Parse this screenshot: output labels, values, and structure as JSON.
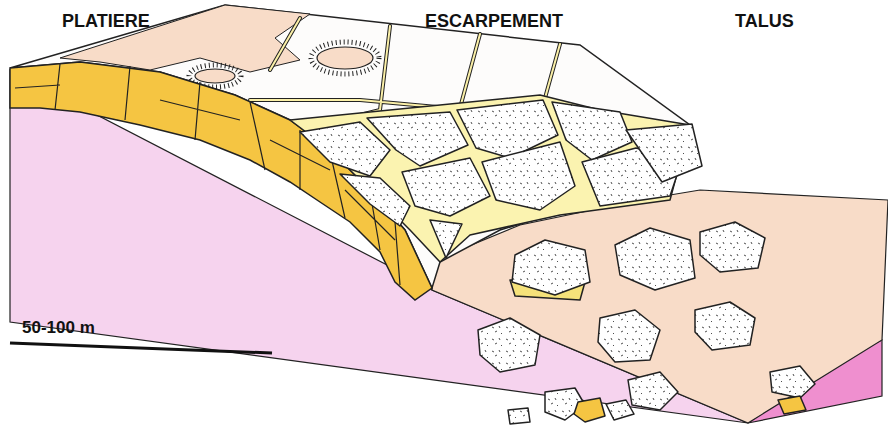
{
  "diagram": {
    "labels": [
      "PLATIERE",
      "ESCARPEMENT",
      "TALUS",
      "50-100 m"
    ]
  }
}
